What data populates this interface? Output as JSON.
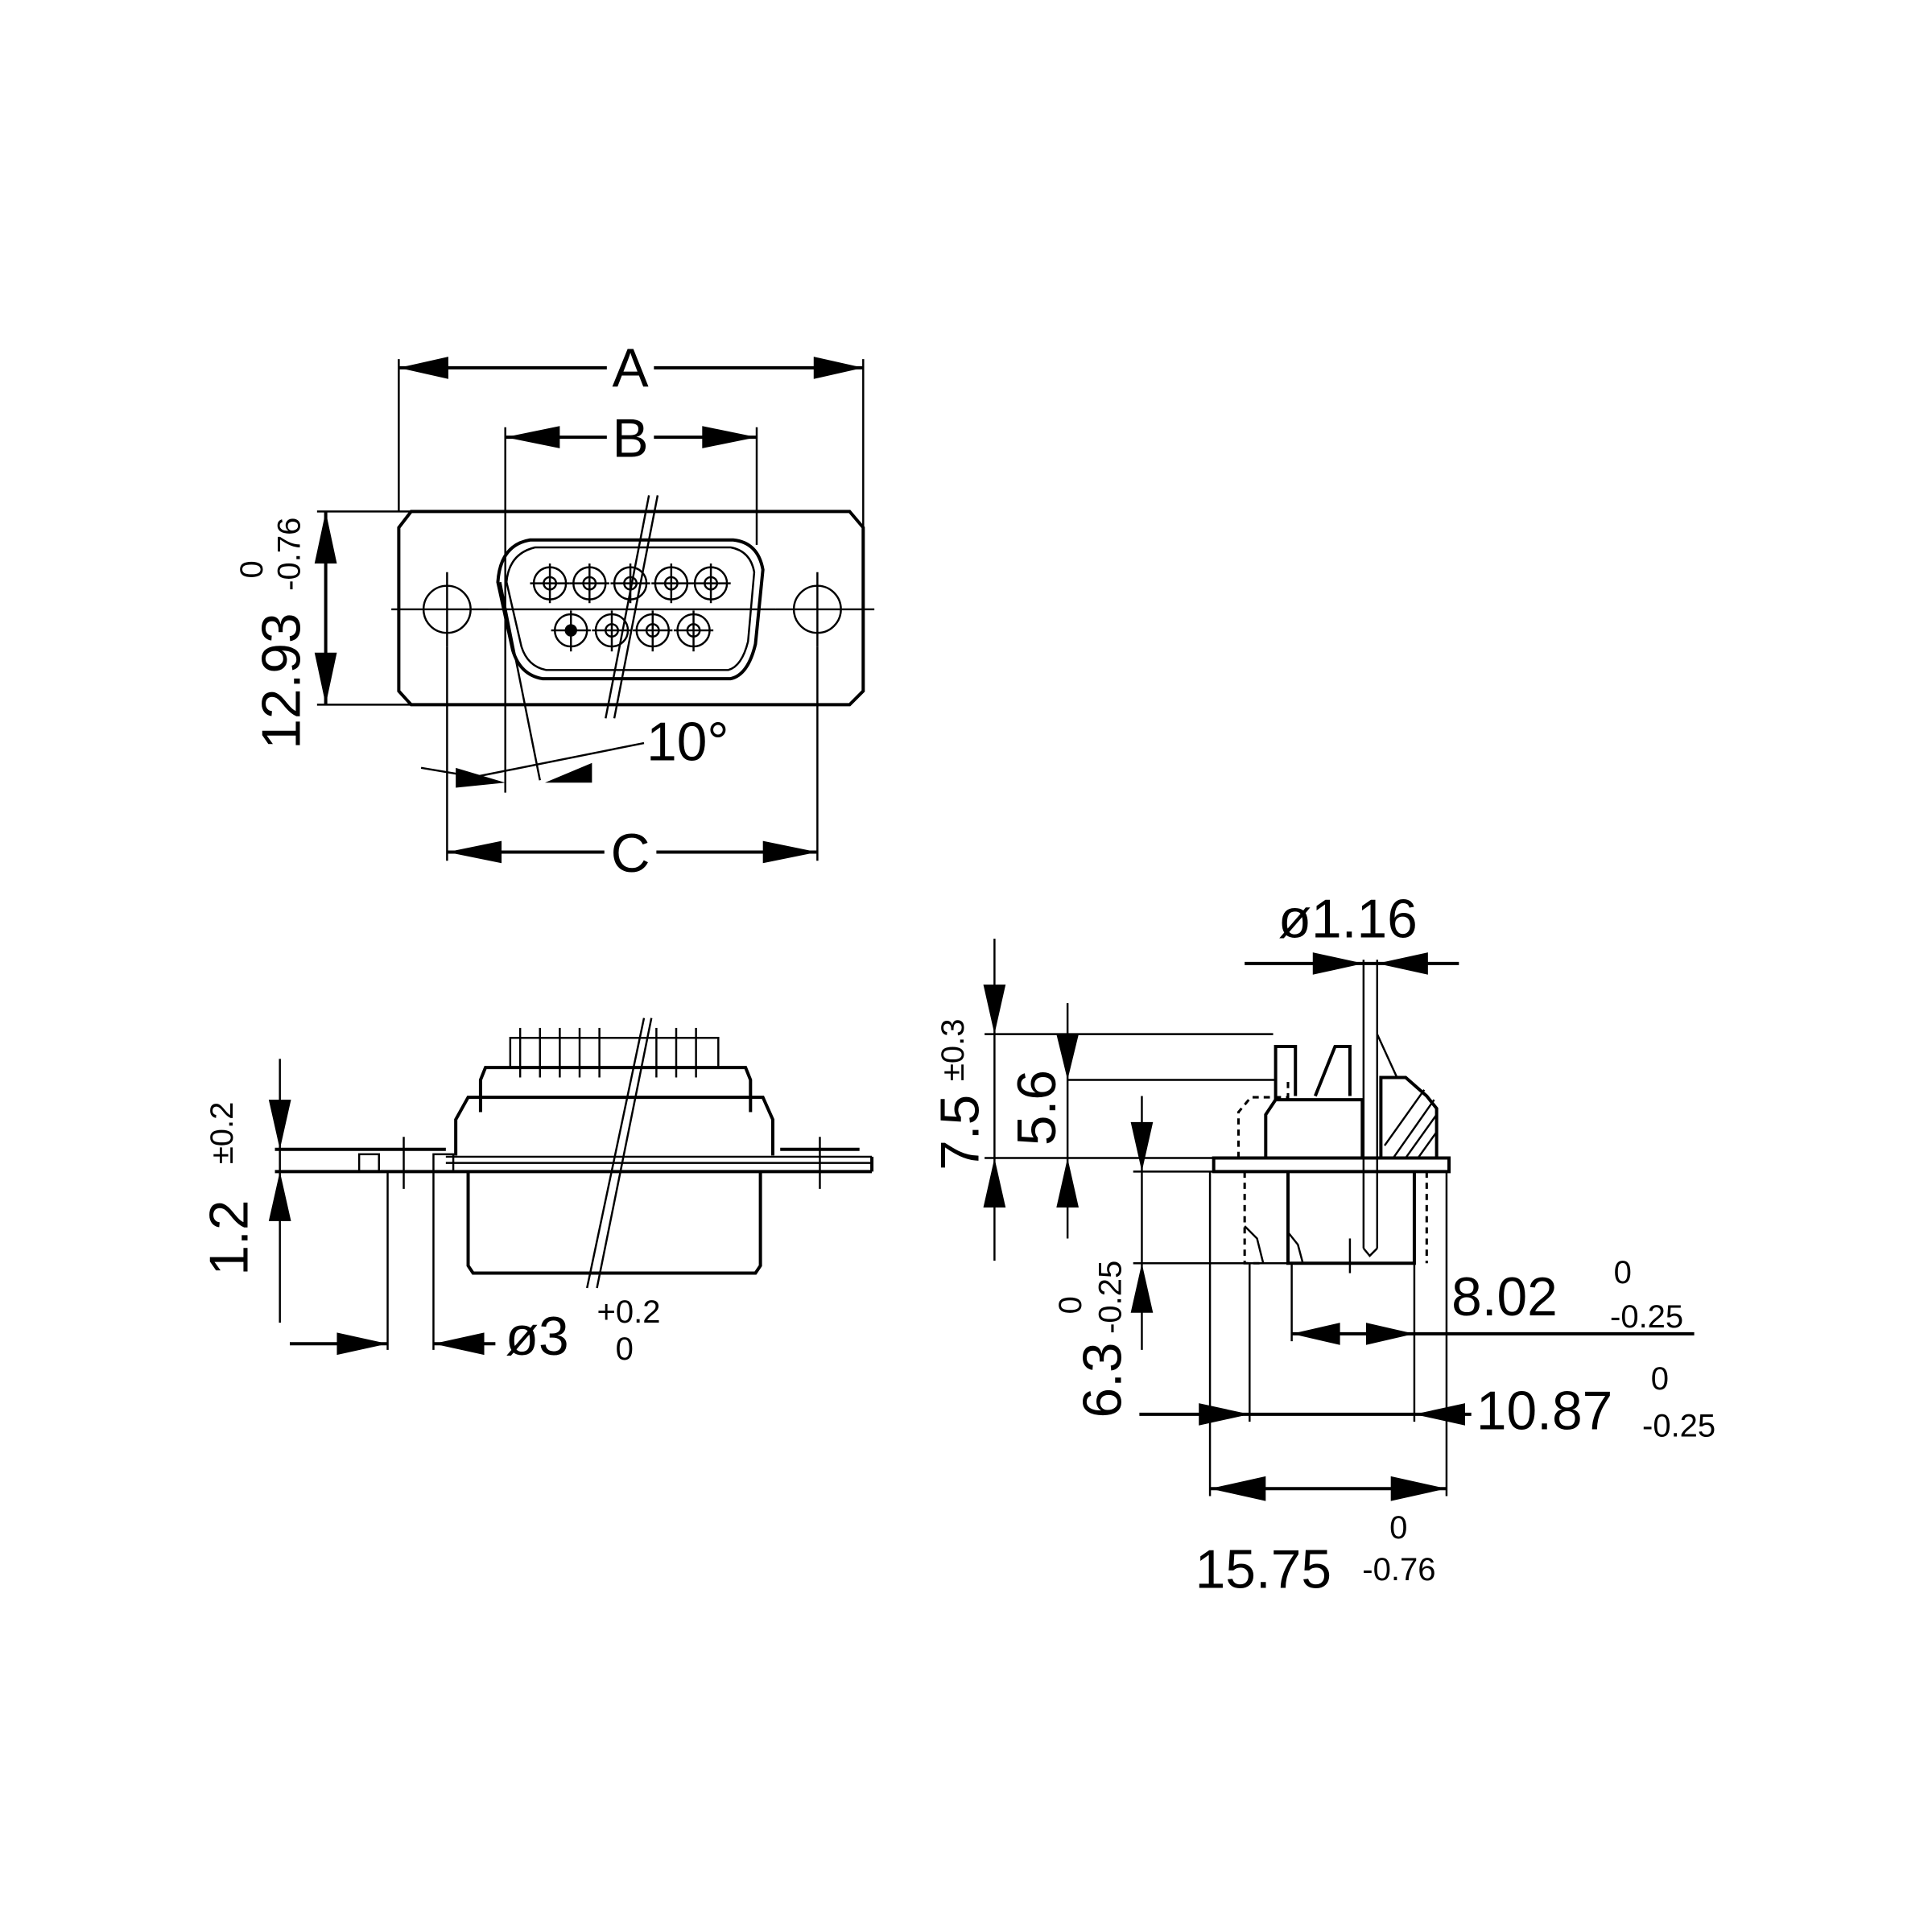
{
  "drawing": {
    "title": "D-Sub 9-pin connector dimensional drawing",
    "stroke_color": "#000000",
    "background_color": "#ffffff"
  },
  "front_view": {
    "dim_a": "A",
    "dim_b": "B",
    "dim_c": "C",
    "height_value": "12.93",
    "height_tol_upper": "0",
    "height_tol_lower": "-0.76",
    "angle": "10°",
    "pins_top_row": 5,
    "pins_bottom_row": 4
  },
  "side_view_left": {
    "flange_thickness_value": "1.2",
    "flange_thickness_tol": "±0.2",
    "hole_dia_value": "ø3",
    "hole_dia_tol_upper": "+0.2",
    "hole_dia_tol_lower": "0"
  },
  "side_view_right": {
    "pin_dia": "ø1.16",
    "height_total_value": "7.5",
    "height_total_tol": "±0.3",
    "height_upper_value": "5.6",
    "lower_height_value": "6.3",
    "lower_height_tol_upper": "0",
    "lower_height_tol_lower": "-0.25",
    "dim_802_value": "8.02",
    "dim_802_tol_upper": "0",
    "dim_802_tol_lower": "-0.25",
    "dim_1087_value": "10.87",
    "dim_1087_tol_upper": "0",
    "dim_1087_tol_lower": "-0.25",
    "dim_1575_value": "15.75",
    "dim_1575_tol_upper": "0",
    "dim_1575_tol_lower": "-0.76"
  }
}
